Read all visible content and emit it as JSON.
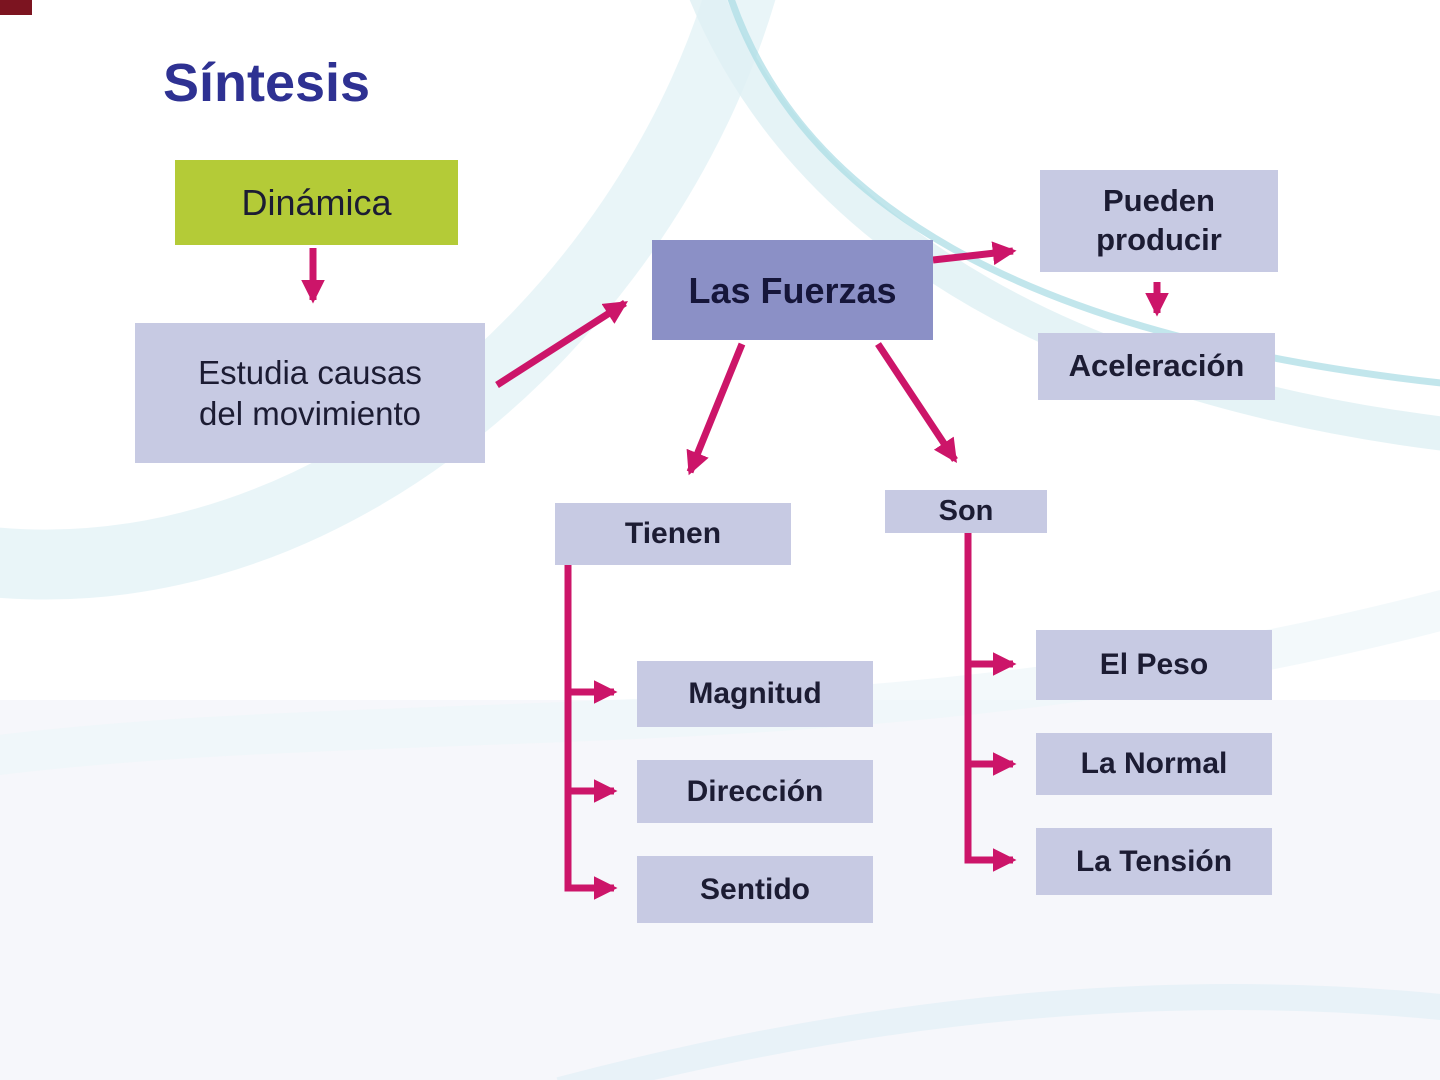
{
  "slide": {
    "title": "Síntesis"
  },
  "nodes": {
    "dinamica": "Dinámica",
    "estudia": "Estudia causas\ndel movimiento",
    "fuerzas": "Las Fuerzas",
    "pueden": "Pueden\nproducir",
    "aceleracion": "Aceleración",
    "tienen": "Tienen",
    "son": "Son",
    "magnitud": "Magnitud",
    "direccion": "Dirección",
    "sentido": "Sentido",
    "peso": "El Peso",
    "normal": "La Normal",
    "tension": "La Tensión"
  },
  "colors": {
    "arrow": "#cc1569",
    "box_light": "#c7cae3",
    "box_dark": "#8b90c6",
    "box_green": "#b4cb37",
    "title": "#2e3192",
    "corner_mark": "#7c1420"
  }
}
